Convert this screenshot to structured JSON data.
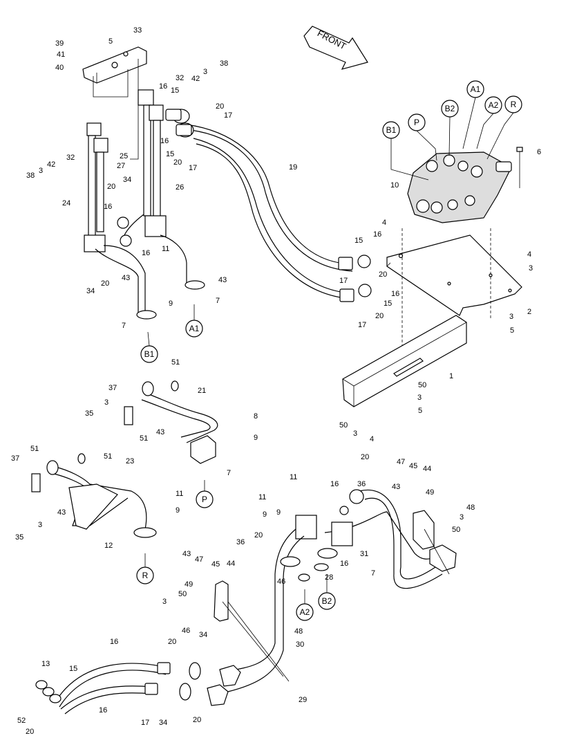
{
  "front_label": "FRONT",
  "callouts": {
    "A1_top": "A1",
    "A2_top": "A2",
    "R_top": "R",
    "B2_top": "B2",
    "P_top": "P",
    "B1_top": "B1",
    "A1_mid": "A1",
    "B1_mid": "B1",
    "P_mid": "P",
    "R_low": "R",
    "A2_low": "A2",
    "B2_low": "B2"
  },
  "part_numbers": [
    "39",
    "41",
    "40",
    "5",
    "33",
    "38",
    "3",
    "42",
    "32",
    "16",
    "15",
    "20",
    "17",
    "16",
    "15",
    "20",
    "17",
    "32",
    "42",
    "3",
    "38",
    "27",
    "25",
    "24",
    "20",
    "34",
    "16",
    "26",
    "16",
    "34",
    "20",
    "43",
    "11",
    "9",
    "43",
    "7",
    "7",
    "19",
    "6",
    "10",
    "4",
    "16",
    "15",
    "17",
    "20",
    "16",
    "15",
    "20",
    "17",
    "4",
    "3",
    "2",
    "3",
    "5",
    "1",
    "50",
    "3",
    "5",
    "50",
    "3",
    "4",
    "51",
    "37",
    "21",
    "3",
    "35",
    "51",
    "43",
    "8",
    "9",
    "7",
    "51",
    "37",
    "51",
    "23",
    "11",
    "9",
    "43",
    "35",
    "3",
    "12",
    "36",
    "20",
    "11",
    "16",
    "9",
    "11",
    "9",
    "47",
    "45",
    "44",
    "43",
    "49",
    "48",
    "3",
    "50",
    "36",
    "20",
    "16",
    "31",
    "7",
    "28",
    "46",
    "43",
    "47",
    "45",
    "44",
    "49",
    "50",
    "3",
    "48",
    "30",
    "29",
    "46",
    "34",
    "20",
    "16",
    "13",
    "15",
    "16",
    "52",
    "20",
    "17",
    "34",
    "20",
    "15"
  ]
}
